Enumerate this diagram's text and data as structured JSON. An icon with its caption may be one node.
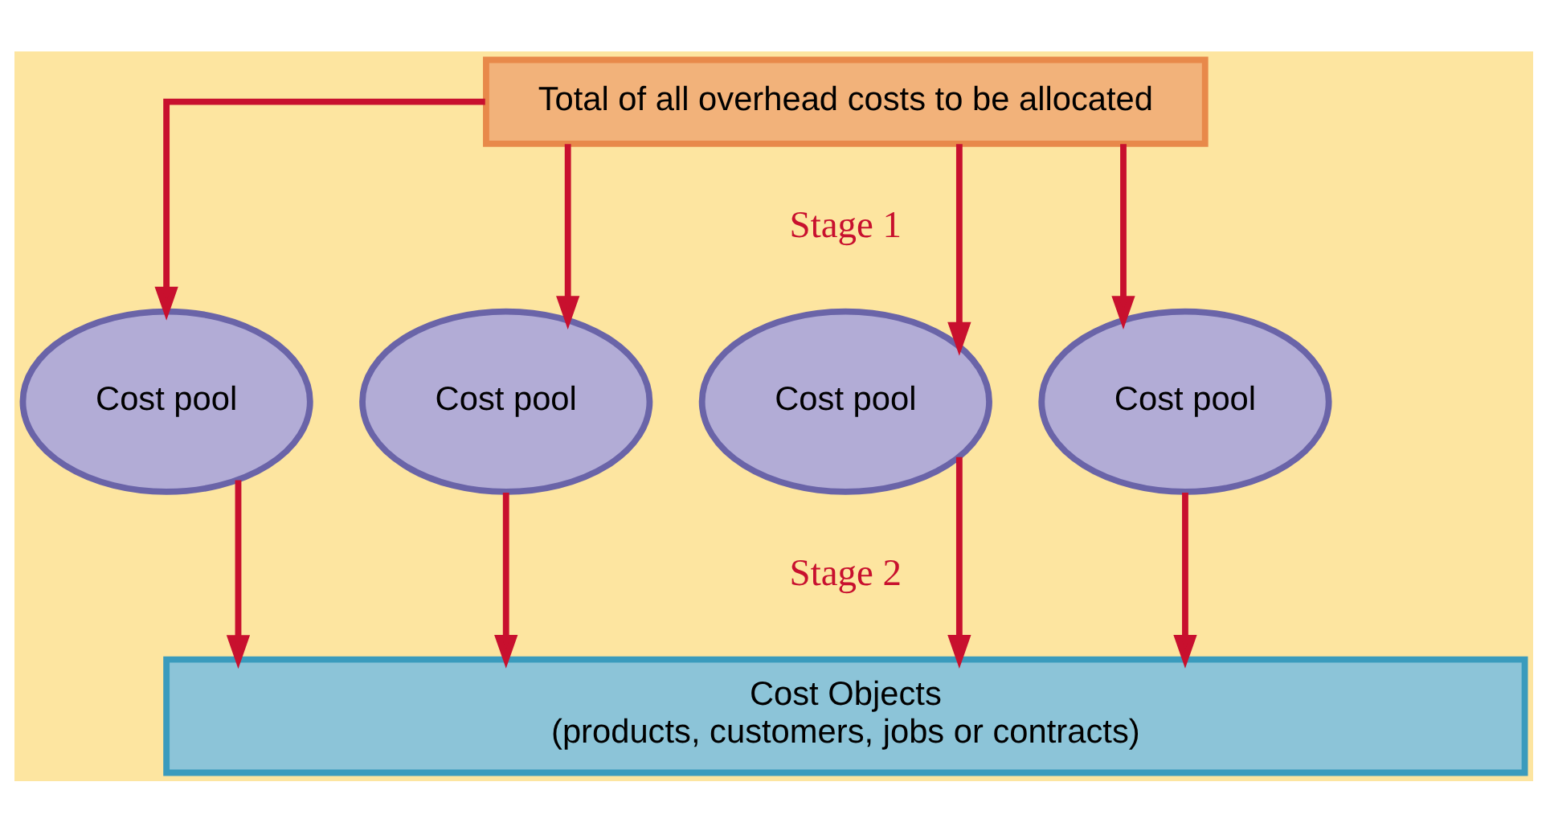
{
  "diagram": {
    "nodes": [
      {
        "text": [
          "Total of all overhead costs to be allocated"
        ]
      },
      {
        "text": [
          "Cost pool"
        ]
      },
      {
        "text": [
          "Cost pool"
        ]
      },
      {
        "text": [
          "Cost pool"
        ]
      },
      {
        "text": [
          "Cost pool"
        ]
      },
      {
        "text": [
          "Cost Objects",
          "(products, customers, jobs or contracts)"
        ]
      }
    ],
    "edges": [
      {
        "from": 0,
        "to": 1,
        "arrow": "to"
      },
      {
        "from": 0,
        "to": 2,
        "arrow": "to"
      },
      {
        "from": 0,
        "to": 3,
        "arrow": "to"
      },
      {
        "from": 0,
        "to": 4,
        "arrow": "to"
      },
      {
        "from": 1,
        "to": 5,
        "arrow": "to"
      },
      {
        "from": 2,
        "to": 5,
        "arrow": "to"
      },
      {
        "from": 3,
        "to": 5,
        "arrow": "to"
      },
      {
        "from": 4,
        "to": 5,
        "arrow": "to"
      }
    ],
    "labels": [
      "Stage 1",
      "Stage 2"
    ]
  }
}
